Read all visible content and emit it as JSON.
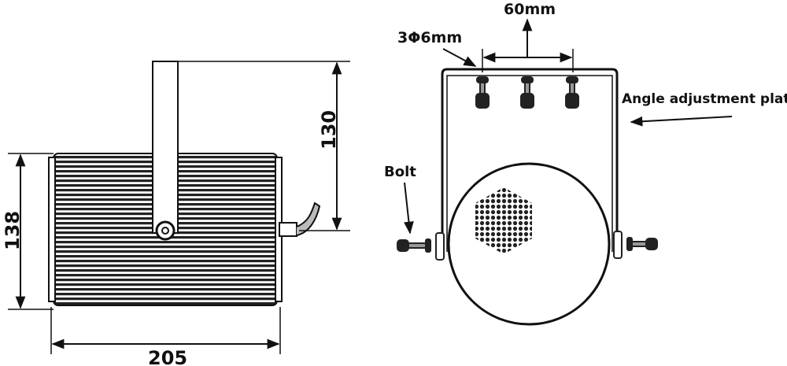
{
  "side_view": {
    "height_label": "138",
    "bracket_height_label": "130",
    "width_label": "205"
  },
  "front_view": {
    "hole_spacing_label": "60mm",
    "hole_spec_label": "3Φ6mm",
    "plate_label": "Angle adjustment plate",
    "bolt_label": "Bolt"
  },
  "colors": {
    "line": "#111111",
    "background": "#ffffff"
  }
}
